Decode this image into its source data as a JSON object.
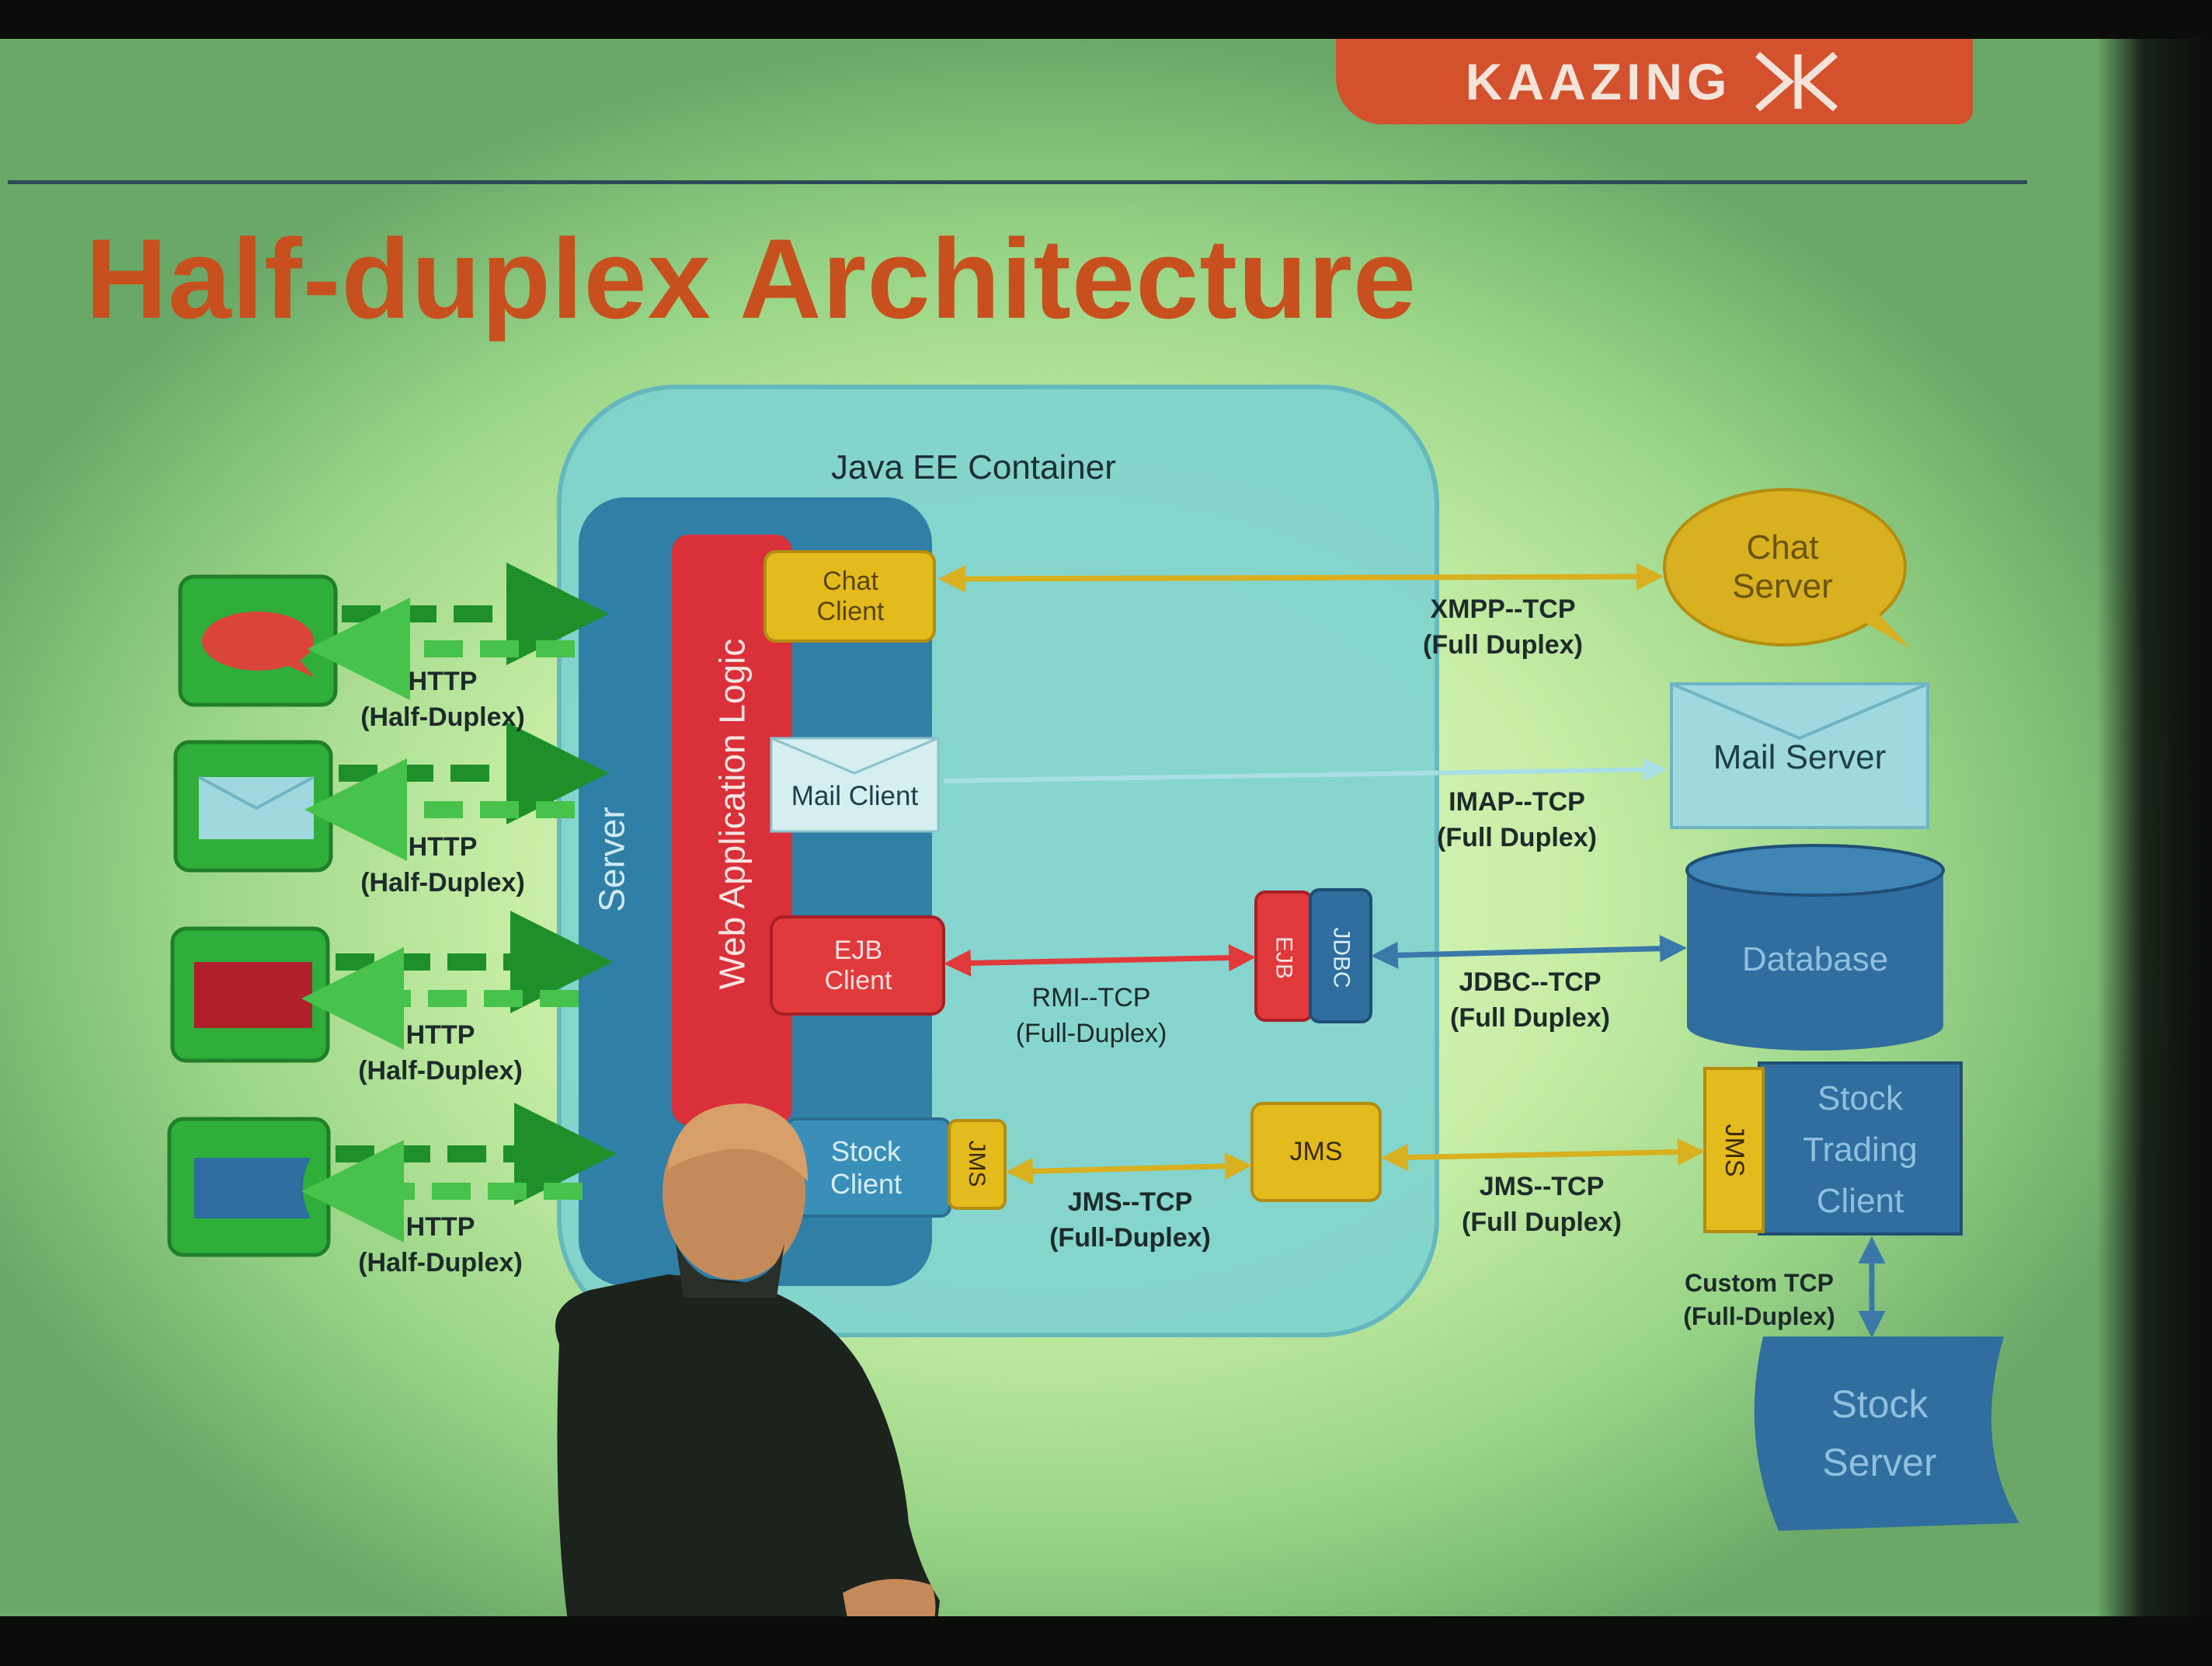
{
  "logo": {
    "brand": "KAAZING"
  },
  "title": "Half-duplex Architecture",
  "container": {
    "label": "Java EE Container"
  },
  "server": {
    "label": "Server"
  },
  "web_logic": {
    "label": "Web Application Logic"
  },
  "components": {
    "chat_client": "Chat Client",
    "mail_client": "Mail Client",
    "ejb_client": "EJB Client",
    "stock_client": "Stock Client",
    "jms_small": "JMS",
    "ejb_small": "EJB",
    "jdbc_small": "JDBC",
    "jms_box": "JMS"
  },
  "external": {
    "chat_server": "Chat Server",
    "mail_server": "Mail Server",
    "database": "Database",
    "stock_trading_client": "Stock Trading Client",
    "stock_trading_jms": "JMS",
    "stock_server": "Stock Server"
  },
  "left_links": [
    {
      "line1": "HTTP",
      "line2": "(Half-Duplex)"
    },
    {
      "line1": "HTTP",
      "line2": "(Half-Duplex)"
    },
    {
      "line1": "HTTP",
      "line2": "(Half-Duplex)"
    },
    {
      "line1": "HTTP",
      "line2": "(Half-Duplex)"
    }
  ],
  "links": {
    "xmpp": {
      "line1": "XMPP--TCP",
      "line2": "(Full Duplex)"
    },
    "imap": {
      "line1": "IMAP--TCP",
      "line2": "(Full Duplex)"
    },
    "rmi": {
      "line1": "RMI--TCP",
      "line2": "(Full-Duplex)"
    },
    "jdbc": {
      "line1": "JDBC--TCP",
      "line2": "(Full Duplex)"
    },
    "jms_inner": {
      "line1": "JMS--TCP",
      "line2": "(Full-Duplex)"
    },
    "jms_outer": {
      "line1": "JMS--TCP",
      "line2": "(Full Duplex)"
    },
    "custom": {
      "line1": "Custom TCP",
      "line2": "(Full-Duplex)"
    }
  },
  "colors": {
    "title": "#c8501e",
    "container": "#7fd3d0",
    "server": "#2f7fa6",
    "web_logic": "#d9303a",
    "yellow": "#e4bb1c",
    "red": "#e03a3c",
    "blue": "#2f6e9e",
    "client_green": "#2fae3a",
    "light_blue": "#9fd8df"
  }
}
